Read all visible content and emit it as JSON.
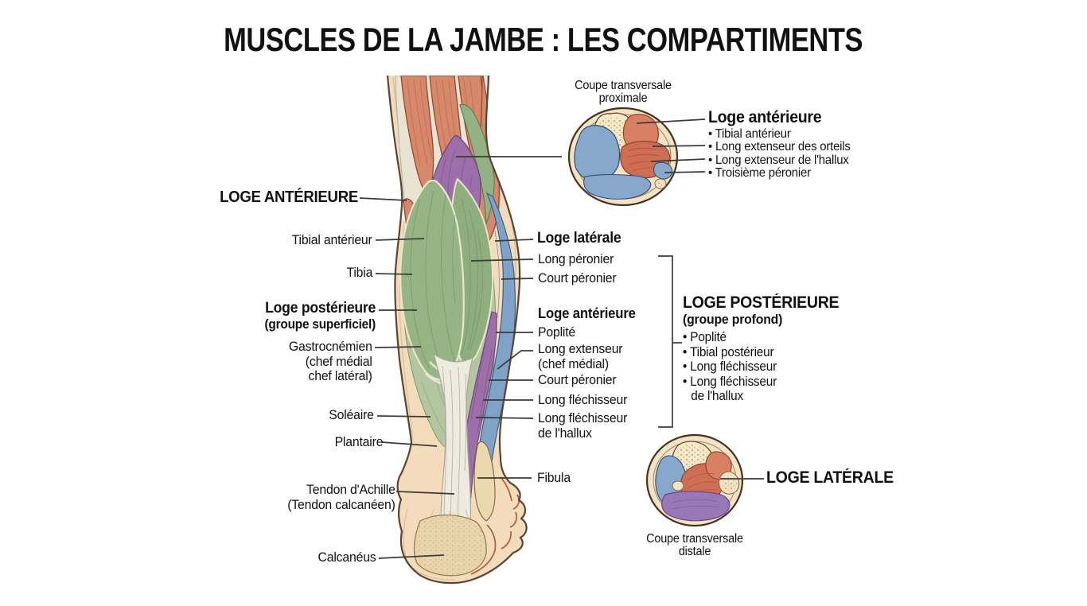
{
  "title": "MUSCLES DE LA JAMBE : LES COMPARTIMENTS",
  "leg_labels_left": {
    "loge_anterieure": "LOGE ANTÉRIEURE",
    "tibial_anterieur": "Tibial antérieur",
    "tibia": "Tibia",
    "loge_posterieure": "Loge postérieure",
    "loge_posterieure_sub": "(groupe superficiel)",
    "gastrocnemien": "Gastrocnémien",
    "gastrocnemien_sub1": "(chef médial",
    "gastrocnemien_sub2": "chef latéral)",
    "soleaire": "Soléaire",
    "plantaire": "Plantaire",
    "tendon_achille": "Tendon d'Achille",
    "tendon_achille_sub": "(Tendon calcanéen)",
    "calcaneus": "Calcanéus"
  },
  "leg_labels_middle": {
    "loge_laterale": "Loge latérale",
    "long_peronier": "Long péronier",
    "court_peronier": "Court péronier",
    "loge_anterieure": "Loge antérieure",
    "poplite": "Poplité",
    "long_extenseur": "Long extenseur",
    "long_extenseur_sub": "(chef médial)",
    "court_peronier_2": "Court péronier",
    "long_flechisseur": "Long fléchisseur",
    "long_flechisseur_hallux": "Long fléchisseur",
    "long_flechisseur_hallux_sub": "de l'hallux",
    "fibula": "Fibula"
  },
  "proximal_section": {
    "caption_1": "Coupe transversale",
    "caption_2": "proximale",
    "heading": "Loge antérieure",
    "items": [
      "• Tibial antérieur",
      "• Long extenseur des orteils",
      "• Long extenseur de l'hallux",
      "• Troisième péronier"
    ]
  },
  "posterior_deep_block": {
    "heading": "LOGE POSTÉRIEURE",
    "subheading": "(groupe profond)",
    "items": [
      "• Poplité",
      "• Tibial postérieur",
      "• Long fléchisseur",
      "• Long fléchisseur"
    ],
    "last_item_continuation": "de l'hallux"
  },
  "distal_section": {
    "label": "LOGE LATÉRALE",
    "caption_1": "Coupe transversale",
    "caption_2": "distale"
  },
  "compartment_colors": {
    "loge_anterieure_red": "#CE6F55",
    "loge_laterale_blue": "#7FA3C8",
    "loge_posterieure_superficielle_green": "#93B183",
    "loge_posterieure_profonde_purple": "#9C6FA8",
    "bone": "#F2E7C8",
    "skin": "#F3DCBC",
    "text": "#111111",
    "background": "#FFFFFF"
  }
}
